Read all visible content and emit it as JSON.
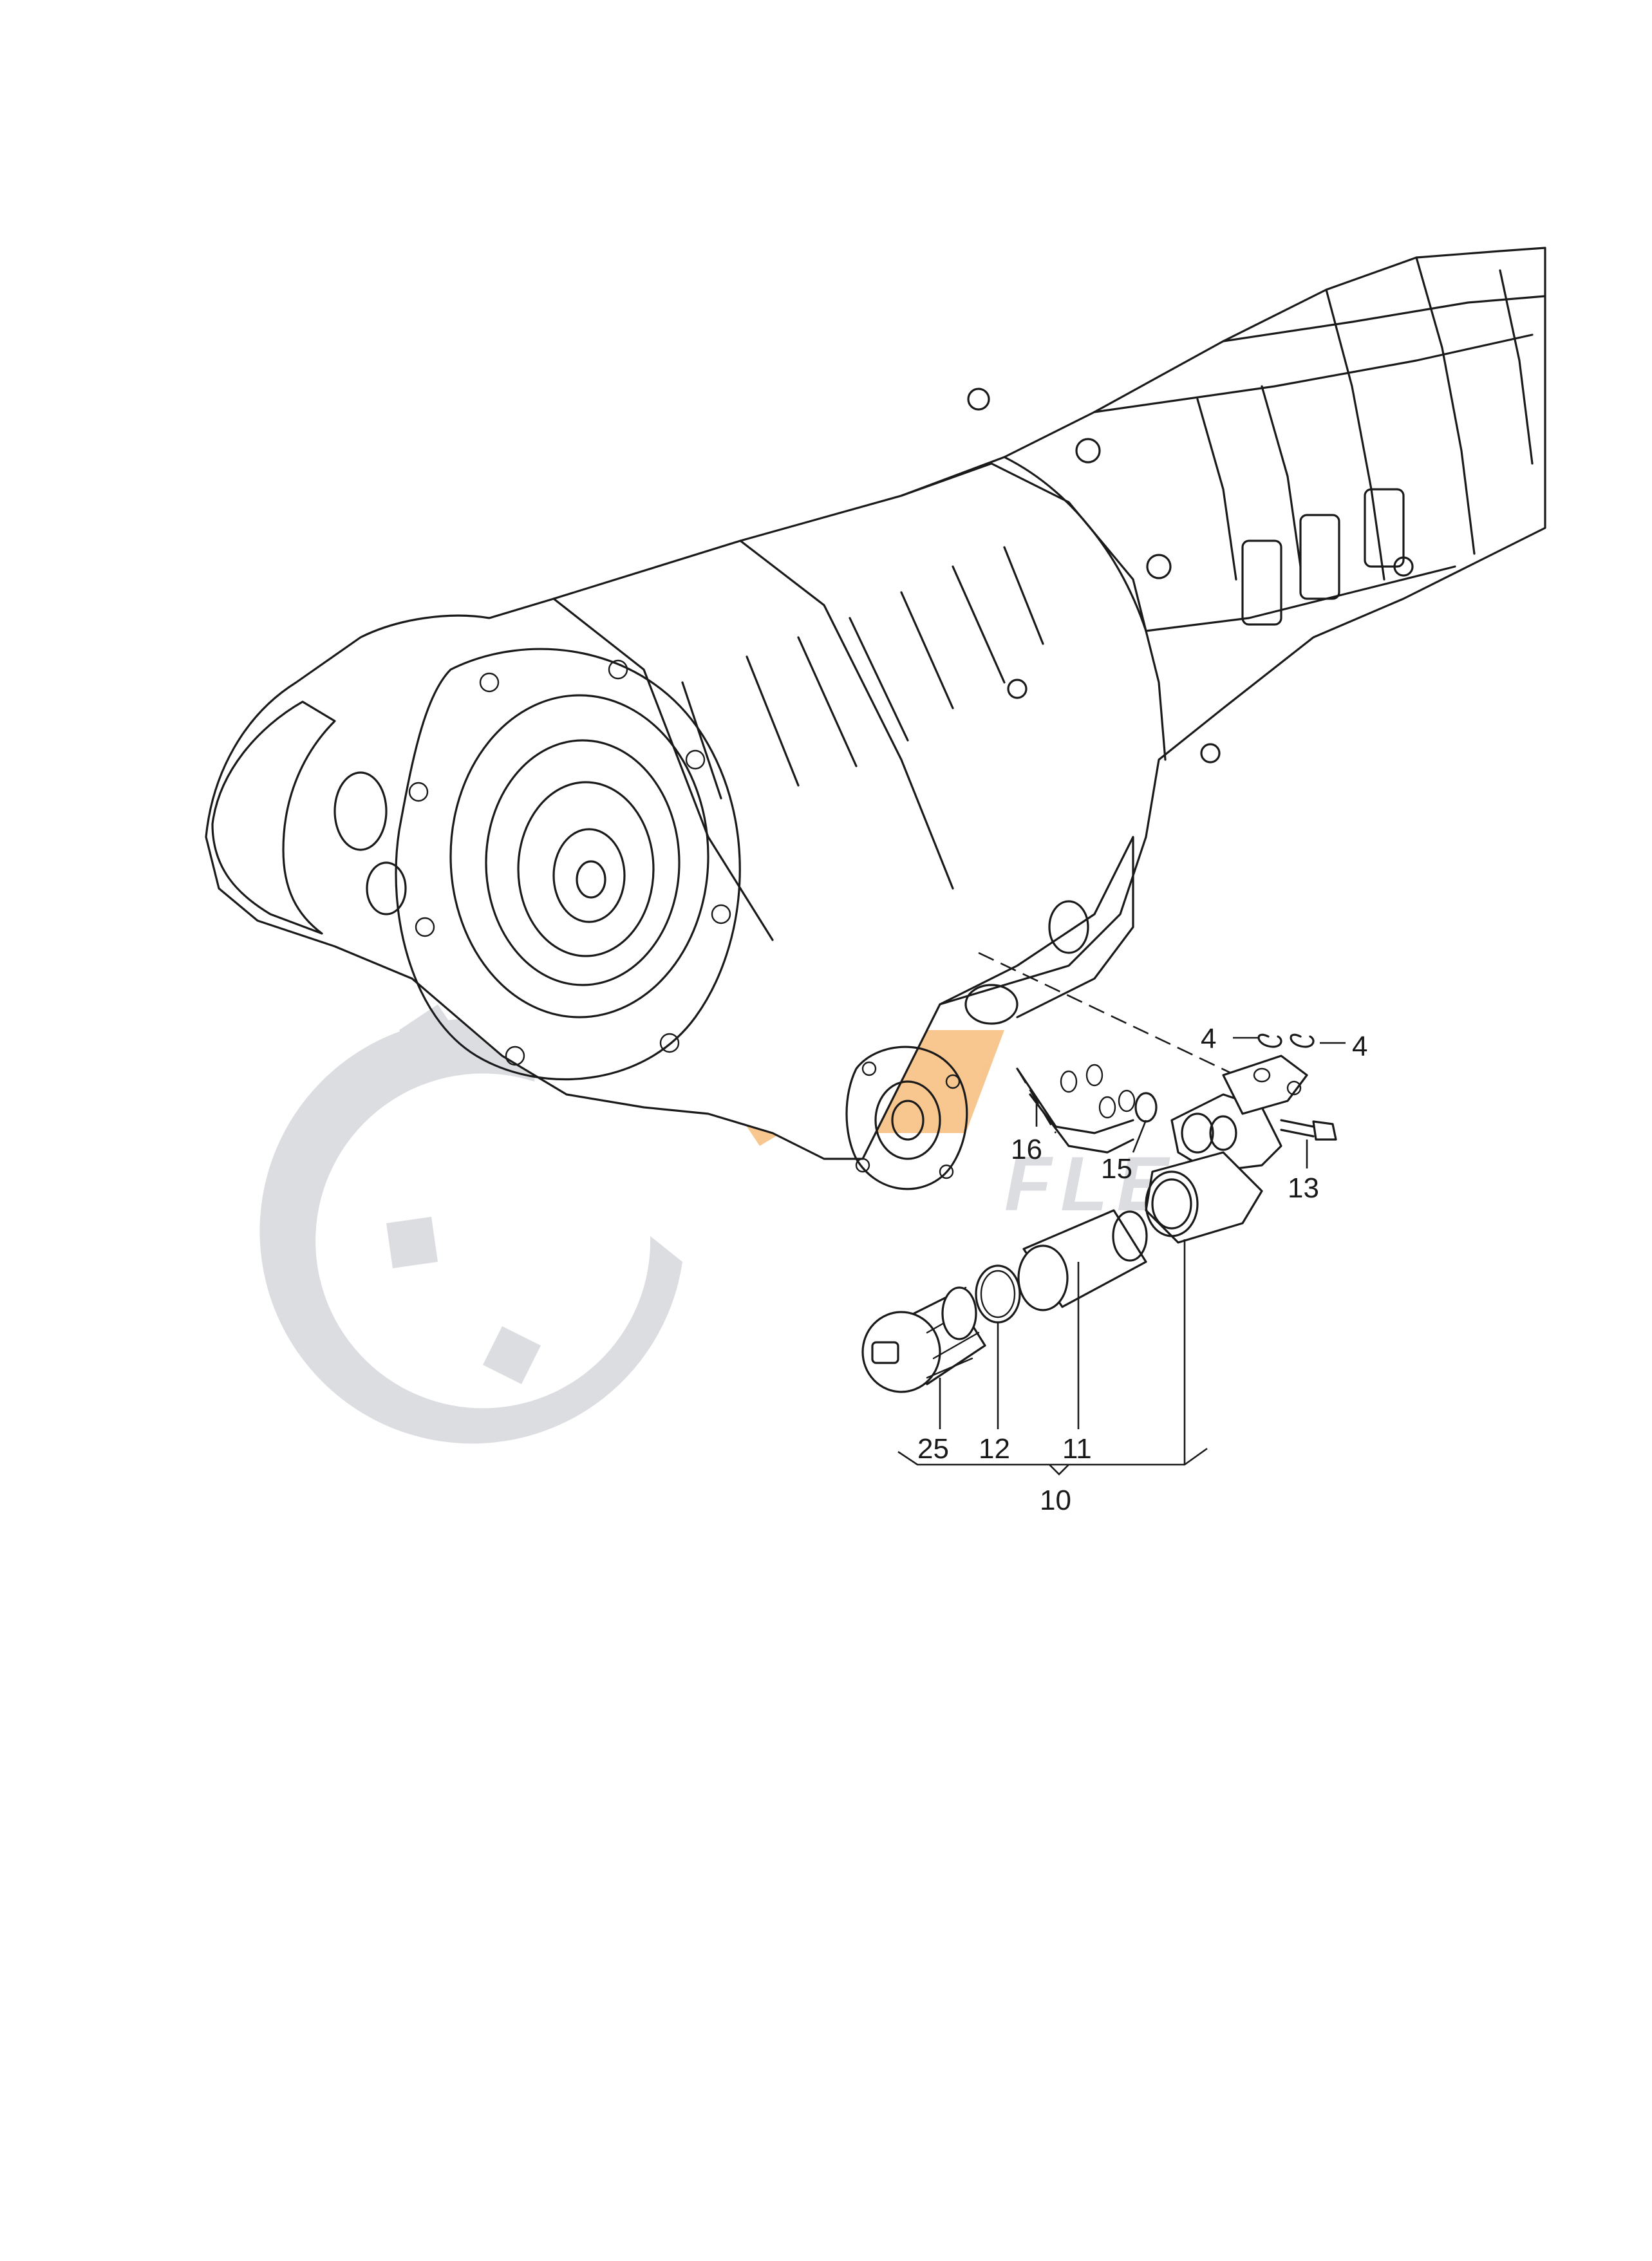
{
  "callouts": {
    "c4a": "4",
    "c4b": "4",
    "c16": "16",
    "c15": "15",
    "c13": "13",
    "c25": "25",
    "c12": "12",
    "c11": "11",
    "c10": "10"
  },
  "watermark": {
    "text": "FLEX",
    "gear_color": "#cfd2d6",
    "accent_color": "#f5b469"
  }
}
